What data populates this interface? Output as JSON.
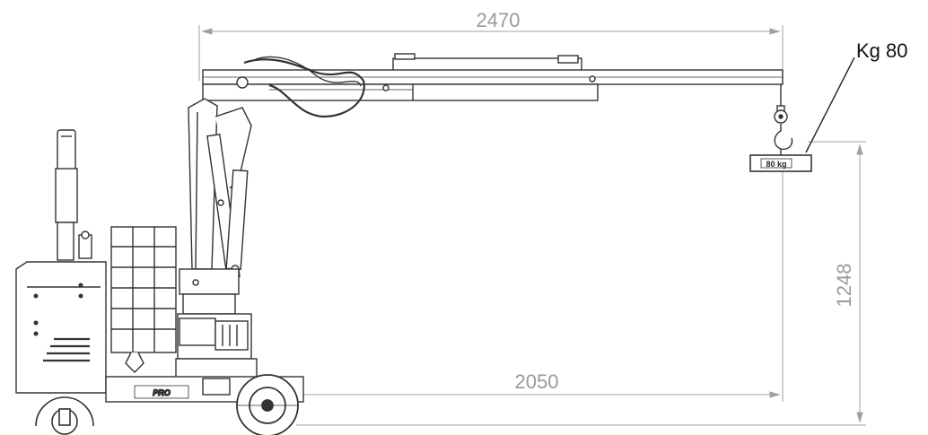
{
  "dimensions": {
    "max_reach": "2470",
    "wheel_to_hook_distance": "2050",
    "hook_height": "1248"
  },
  "load": {
    "callout_label": "Kg 80",
    "weight_label": "80 kg"
  },
  "colors": {
    "line": "#333333",
    "dimension": "#a0a0a0",
    "background": "#ffffff"
  }
}
